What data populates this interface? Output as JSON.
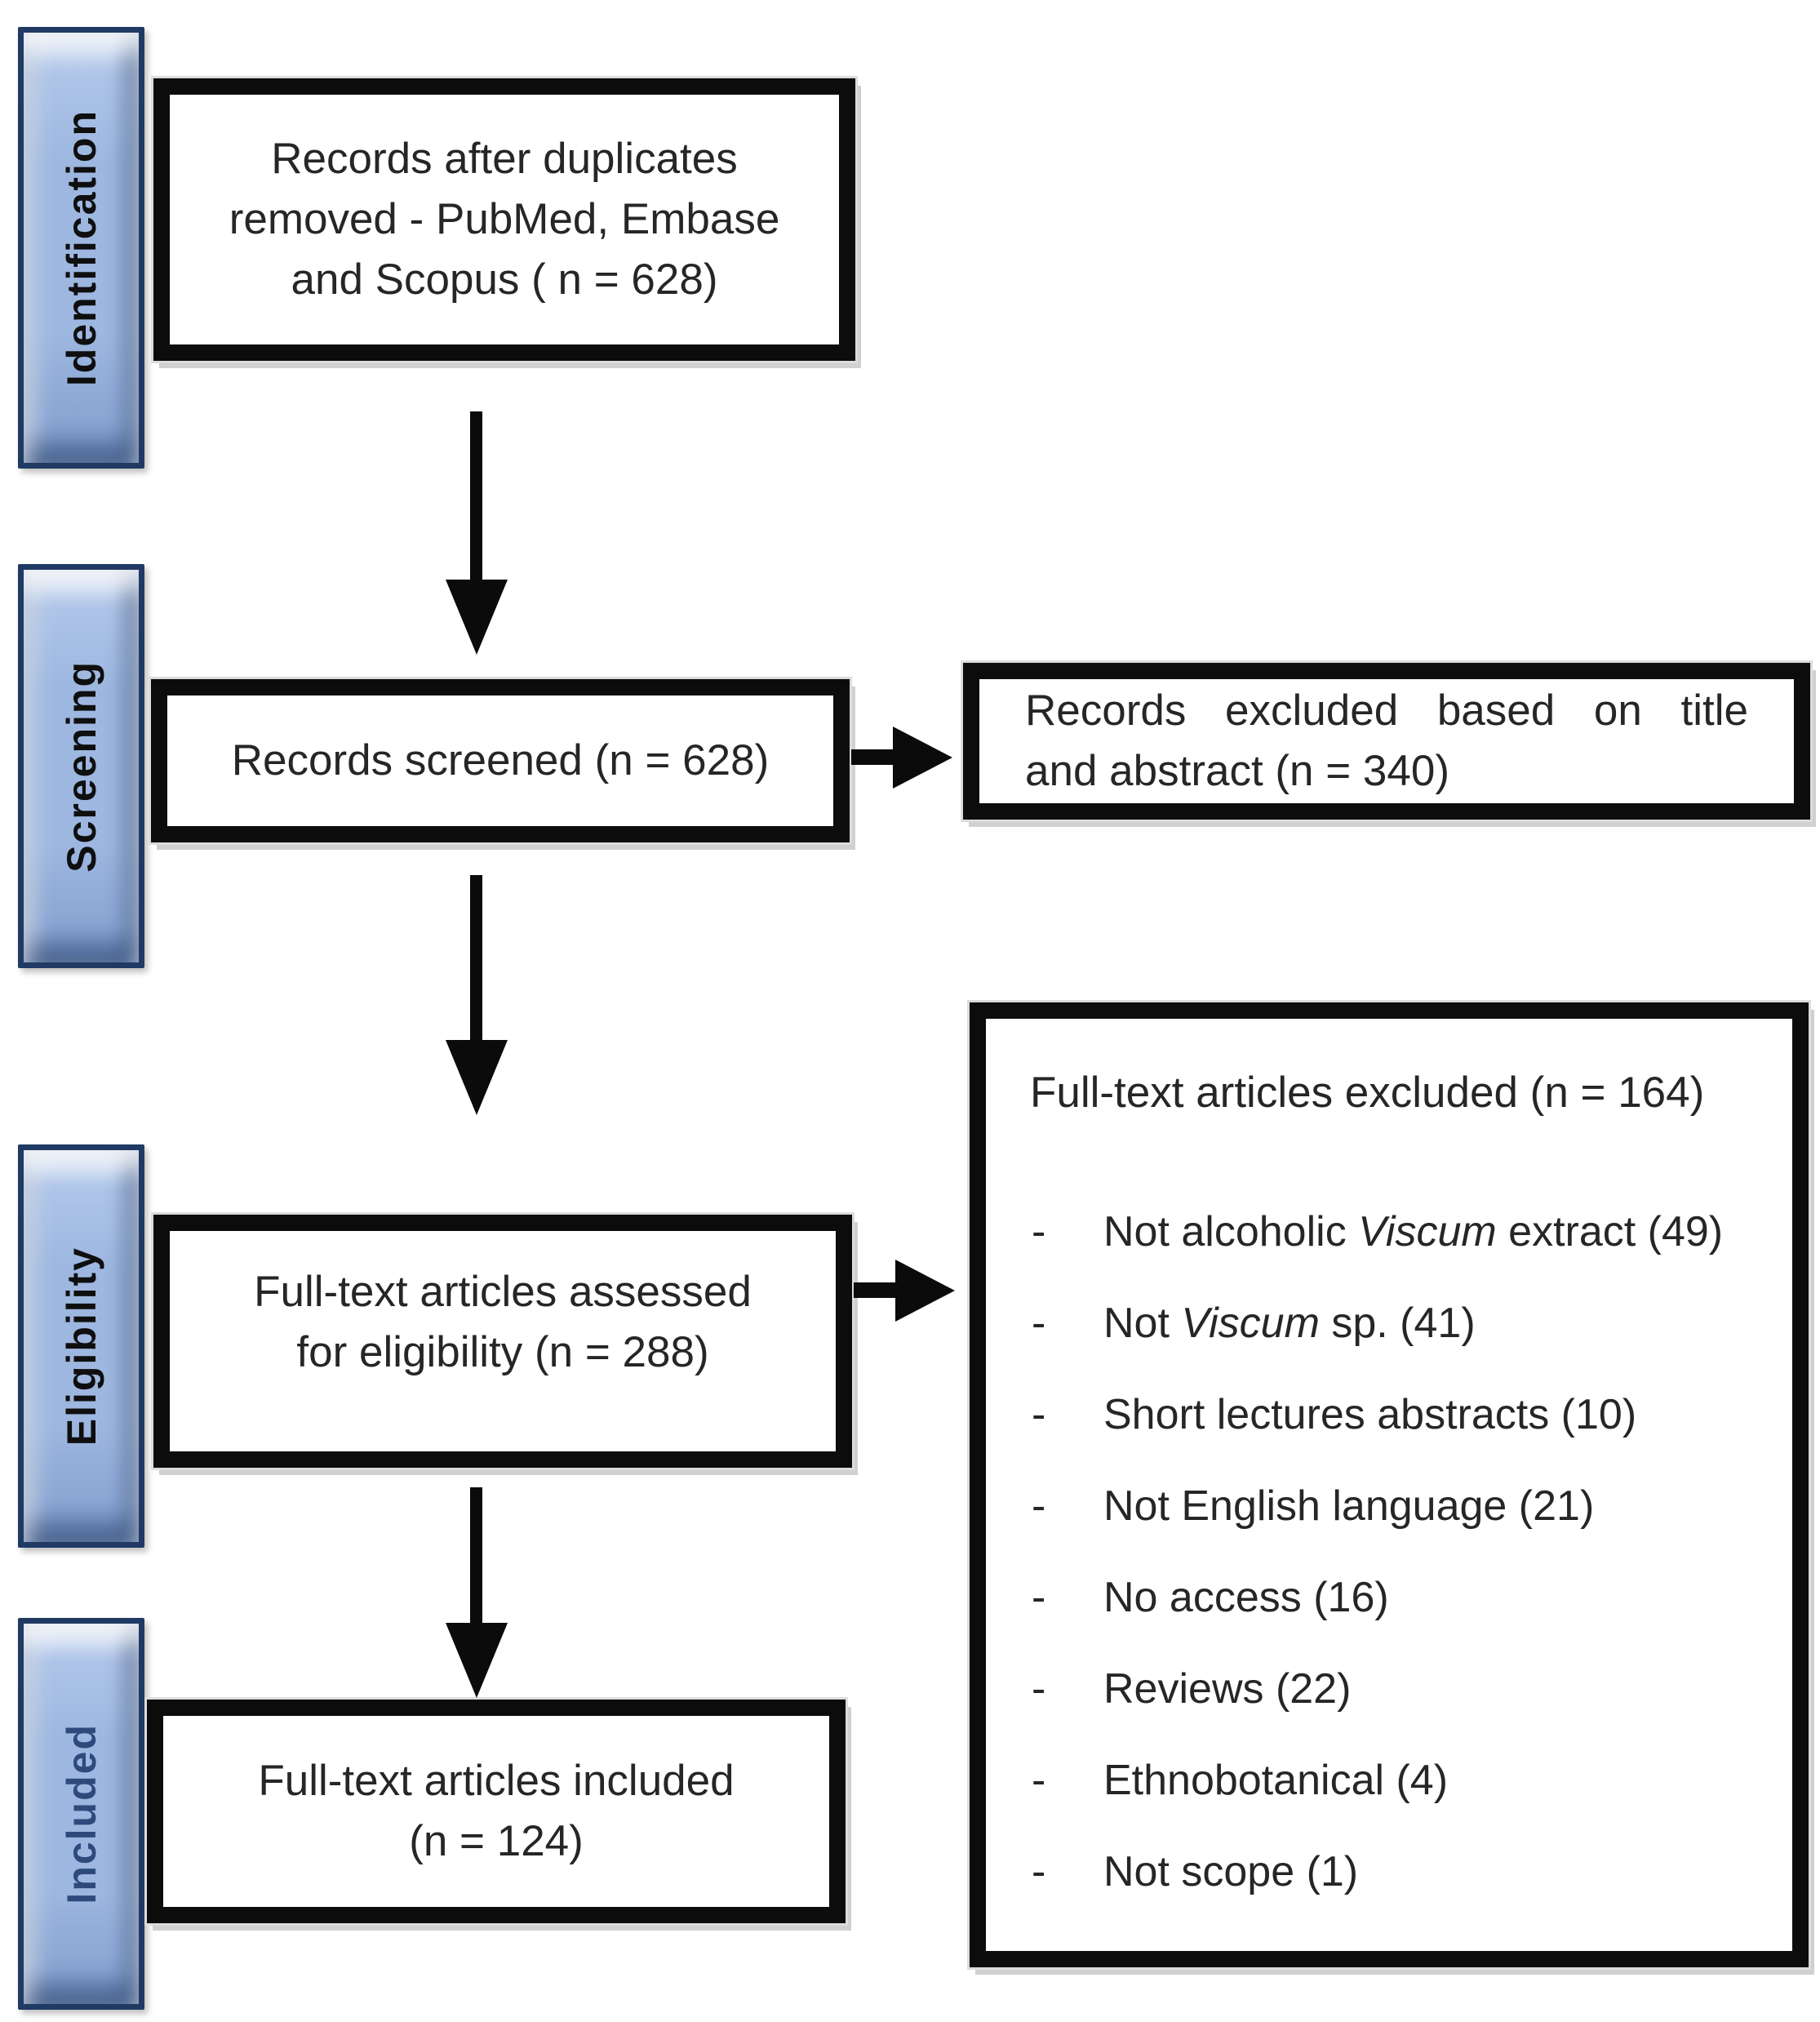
{
  "sidebar": {
    "identification": "Identification",
    "screening": "Screening",
    "eligibility": "Eligibility",
    "included": "Included"
  },
  "flow": {
    "records_after_duplicates": {
      "line1": "Records after duplicates",
      "line2": "removed - PubMed, Embase",
      "line3": "and Scopus ( n = 628)"
    },
    "records_screened": {
      "text": "Records screened (n = 628)"
    },
    "fulltext_assessed": {
      "line1": "Full-text articles assessed",
      "line2": "for eligibility (n = 288)"
    },
    "fulltext_included": {
      "line1": "Full-text articles included",
      "line2": "(n = 124)"
    }
  },
  "exclusions": {
    "records_excluded": {
      "line1": "Records excluded based on title",
      "line2": "and abstract (n = 340)"
    },
    "fulltext_excluded": {
      "title": "Full-text articles excluded (n = 164)",
      "bullet": "-",
      "items": [
        {
          "pre": "Not alcoholic ",
          "italic": "Viscum",
          "post": " extract (49)"
        },
        {
          "pre": "Not ",
          "italic": "Viscum",
          "post": " sp. (41)"
        },
        {
          "pre": "Short lectures abstracts (10)",
          "italic": "",
          "post": ""
        },
        {
          "pre": "Not English language (21)",
          "italic": "",
          "post": ""
        },
        {
          "pre": "No access (16)",
          "italic": "",
          "post": ""
        },
        {
          "pre": "Reviews (22)",
          "italic": "",
          "post": ""
        },
        {
          "pre": "Ethnobotanical (4)",
          "italic": "",
          "post": ""
        },
        {
          "pre": "Not scope (1)",
          "italic": "",
          "post": ""
        }
      ]
    }
  },
  "colors": {
    "label_fill": "#9db7e0",
    "label_border": "#203a64",
    "label_text": "#0f0f0f",
    "included_label_text": "#2e4a7d",
    "box_border": "#0c0c0c",
    "arrow": "#0b0b0b",
    "text": "#262626",
    "background": "#ffffff"
  }
}
